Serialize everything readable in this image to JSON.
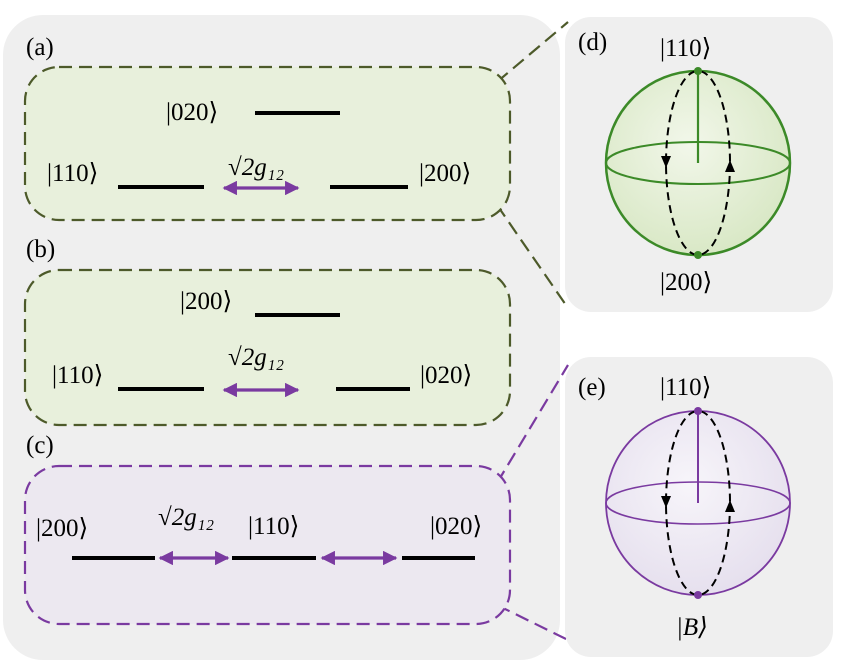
{
  "panels": {
    "a": {
      "label": "(a)",
      "top_ket": "|020⟩",
      "left_ket": "|110⟩",
      "right_ket": "|200⟩",
      "coupling": "√2g₁₂"
    },
    "b": {
      "label": "(b)",
      "top_ket": "|200⟩",
      "left_ket": "|110⟩",
      "right_ket": "|020⟩",
      "coupling": "√2g₁₂"
    },
    "c": {
      "label": "(c)",
      "ket_1": "|200⟩",
      "ket_2": "|110⟩",
      "ket_3": "|020⟩",
      "coupling": "√2g₁₂"
    },
    "d": {
      "label": "(d)",
      "north": "|110⟩",
      "south": "|200⟩"
    },
    "e": {
      "label": "(e)",
      "north": "|110⟩",
      "south": "|B⟩"
    }
  },
  "colors": {
    "panel_bg": "#efefef",
    "olive_dash": "#4d5a2a",
    "green_fill": "#e8f0dc",
    "green_sphere": "#3c8a28",
    "purple": "#7a3aa0",
    "purple_fill": "#ece8f0"
  }
}
